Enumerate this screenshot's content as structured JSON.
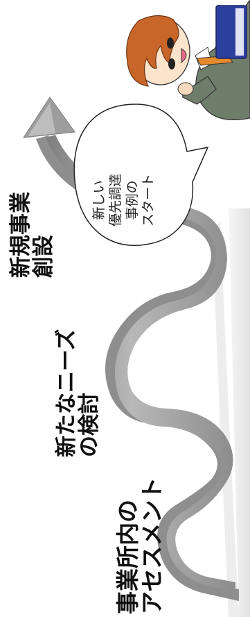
{
  "labels": {
    "stage1": {
      "line1": "事業所内の",
      "line2": "アセスメント"
    },
    "stage2": {
      "line1": "新たなニーズ",
      "line2": "の検討"
    },
    "stage3": {
      "line1": "新規事業",
      "line2": "創設"
    }
  },
  "bubble": {
    "line1": "新しい",
    "line2": "優先調達",
    "line3": "事例の",
    "line4": "スタート"
  },
  "colors": {
    "arrow": "#9a9a9a",
    "arrow_light": "#c4c4c4",
    "arrow_dark": "#6e6e6e",
    "ground": "#ececec",
    "hair": "#c8662a",
    "suit": "#6f7e6b",
    "tie": "#e4892c",
    "book": "#2d3f9e"
  }
}
